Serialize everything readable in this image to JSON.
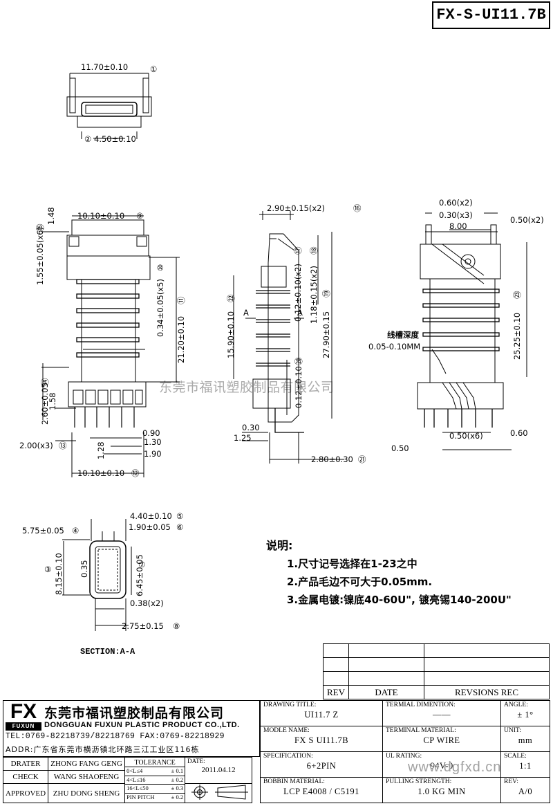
{
  "drawing_id": "FX-S-UI11.7B",
  "watermark": {
    "company_cn": "东莞市福讯塑胶制品有限公司",
    "url": "www.dgfxd.cn"
  },
  "dims": {
    "top_width": "11.70±0.10",
    "top_inner": "4.50±0.10",
    "c1": "①",
    "c2": "②",
    "front_top": "10.10±0.10",
    "c9": "⑨",
    "front_148": "1.48",
    "front_155": "1.55±0.05(x6)",
    "c15": "⑮",
    "front_034": "0.34±0.05(x5)",
    "c10": "⑩",
    "front_2120": "21.20±0.10",
    "c11": "⑪",
    "front_260": "2.60±0.05",
    "c14": "⑭",
    "front_158": "1.58",
    "front_200": "2.00(x3)",
    "c13": "⑬",
    "front_128": "1.28",
    "front_090": "0.90",
    "front_130": "1.30",
    "front_190": "1.90",
    "front_bottom": "10.10±0.10",
    "c12": "⑫",
    "side_top": "2.90±0.15(x2)",
    "c16": "⑯",
    "side_012": "0.12±0.10(x2)",
    "c17": "⑰",
    "side_118": "1.18±0.15(x2)",
    "c18": "⑱",
    "side_1590": "15.90±0.10",
    "c22": "㉒",
    "side_2790": "27.90±0.15",
    "c19": "⑲",
    "side_012b": "0.12±0.10",
    "c20": "⑳",
    "side_a": "A",
    "side_030": "0.30",
    "side_125": "1.25",
    "side_280": "2.80±0.30",
    "c21": "㉑",
    "r_060": "0.60(x2)",
    "r_030": "0.30(x3)",
    "r_800": "8.00",
    "r_050": "0.50(x2)",
    "r_2525": "25.25±0.10",
    "c23": "㉓",
    "r_groove_cn": "线槽深度",
    "r_groove": "0.05-0.10MM",
    "r_050x6": "0.50(x6)",
    "r_060b": "0.60",
    "r_050b": "0.50",
    "s_440": "4.40±0.10",
    "c5": "⑤",
    "s_190": "1.90±0.05",
    "c6": "⑥",
    "s_575": "5.75±0.05",
    "c4": "④",
    "s_815": "8.15±0.10",
    "c3": "③",
    "s_035": "0.35",
    "s_645": "6.45±0.05",
    "c7": "⑦",
    "s_038": "0.38(x2)",
    "s_275": "2.75±0.15",
    "c8": "⑧"
  },
  "section_label": "SECTION:A-A",
  "notes": {
    "title": "说明:",
    "items": [
      "1.尺寸记号选择在1-23之中",
      "2.产品毛边不可大于0.05mm.",
      "3.金属电镀:镍底40-60U\", 镀亮锡140-200U\""
    ]
  },
  "revision": {
    "headers": [
      "REV",
      "DATE",
      "REVSIONS REC"
    ]
  },
  "company": {
    "logo": "FX",
    "logo_sub": "FUXUN",
    "name_cn": "东莞市福讯塑胶制品有限公司",
    "name_en": "DONGGUAN FUXUN PLASTIC PRODUCT CO.,LTD.",
    "tel": "TEL:0769-82218739/82218769 FAX:0769-82218929",
    "addr": "ADDR:广东省东莞市横沥镇北环路三江工业区116栋"
  },
  "signoff": [
    {
      "role": "DRATER",
      "name": "ZHONG FANG GENG"
    },
    {
      "role": "CHECK",
      "name": "WANG SHAOFENG"
    },
    {
      "role": "APPROVED",
      "name": "ZHU DONG SHENG"
    }
  ],
  "tolerance": {
    "title": "TOLERANCE",
    "rows": [
      {
        "range": "0<L≤4",
        "tol": "± 0.1"
      },
      {
        "range": "4<L≤16",
        "tol": "± 0.2"
      },
      {
        "range": "16<L≤50",
        "tol": "± 0.3"
      },
      {
        "range": "PIN PITCH",
        "tol": "± 0.2"
      }
    ]
  },
  "date": {
    "label": "DATE:",
    "value": "2011.04.12"
  },
  "info": {
    "drawing_title_label": "DRAWING TITLE:",
    "drawing_title": "UI11.7 Z",
    "terminal_dim_label": "TERMIAL DIMENTION:",
    "terminal_dim": "——",
    "angle_label": "ANGLE:",
    "angle": "± 1°",
    "model_label": "MODLE NAME:",
    "model": "FX S UI11.7B",
    "terminal_mat_label": "TERMINAL MATERIAL:",
    "terminal_mat": "CP WIRE",
    "unit_label": "UNIT:",
    "unit": "mm",
    "spec_label": "SPECIFICATION:",
    "spec": "6+2PIN",
    "ul_label": "UL RATING:",
    "ul": "94V-0",
    "scale_label": "SCALE:",
    "scale": "1:1",
    "bobbin_label": "BOBBIN MATERIAL:",
    "bobbin": "LCP E4008 / C5191",
    "pull_label": "PULLING STRENGTH:",
    "pull": "1.0 KG MIN",
    "rev_label": "REV:",
    "rev": "A/0"
  }
}
